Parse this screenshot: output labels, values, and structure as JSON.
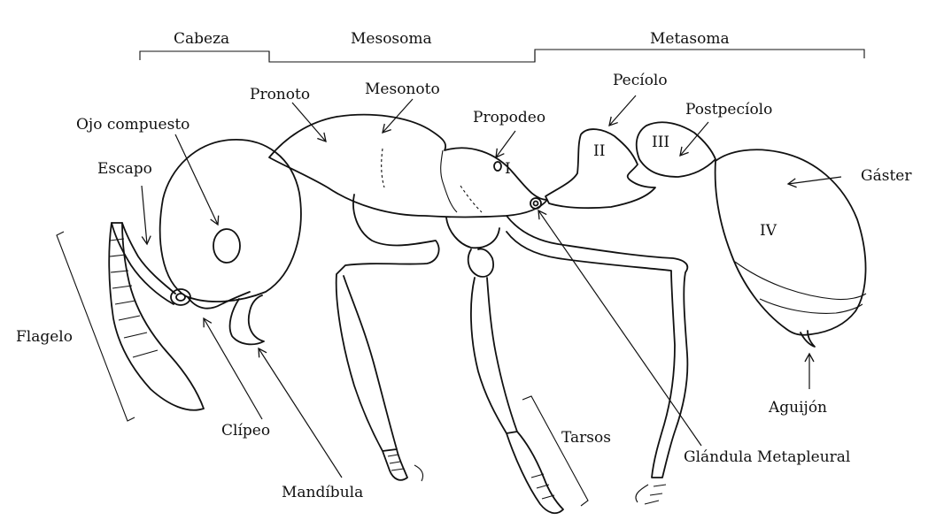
{
  "segments": {
    "head": "Cabeza",
    "mesosoma": "Mesosoma",
    "metasoma": "Metasoma"
  },
  "labels": {
    "compound_eye": "Ojo compuesto",
    "pronotum": "Pronoto",
    "mesonotum": "Mesonoto",
    "propodeum": "Propodeo",
    "petiole": "Pecíolo",
    "postpetiole": "Postpecíolo",
    "gaster": "Gáster",
    "scape": "Escapo",
    "flagellum": "Flagelo",
    "clypeus": "Clípeo",
    "mandible": "Mandíbula",
    "tarsi": "Tarsos",
    "metapleural_gland": "Glándula Metapleural",
    "sting": "Aguijón"
  },
  "segment_numerals": {
    "propodeum": "I",
    "petiole": "II",
    "postpetiole": "III",
    "gaster": "IV"
  }
}
